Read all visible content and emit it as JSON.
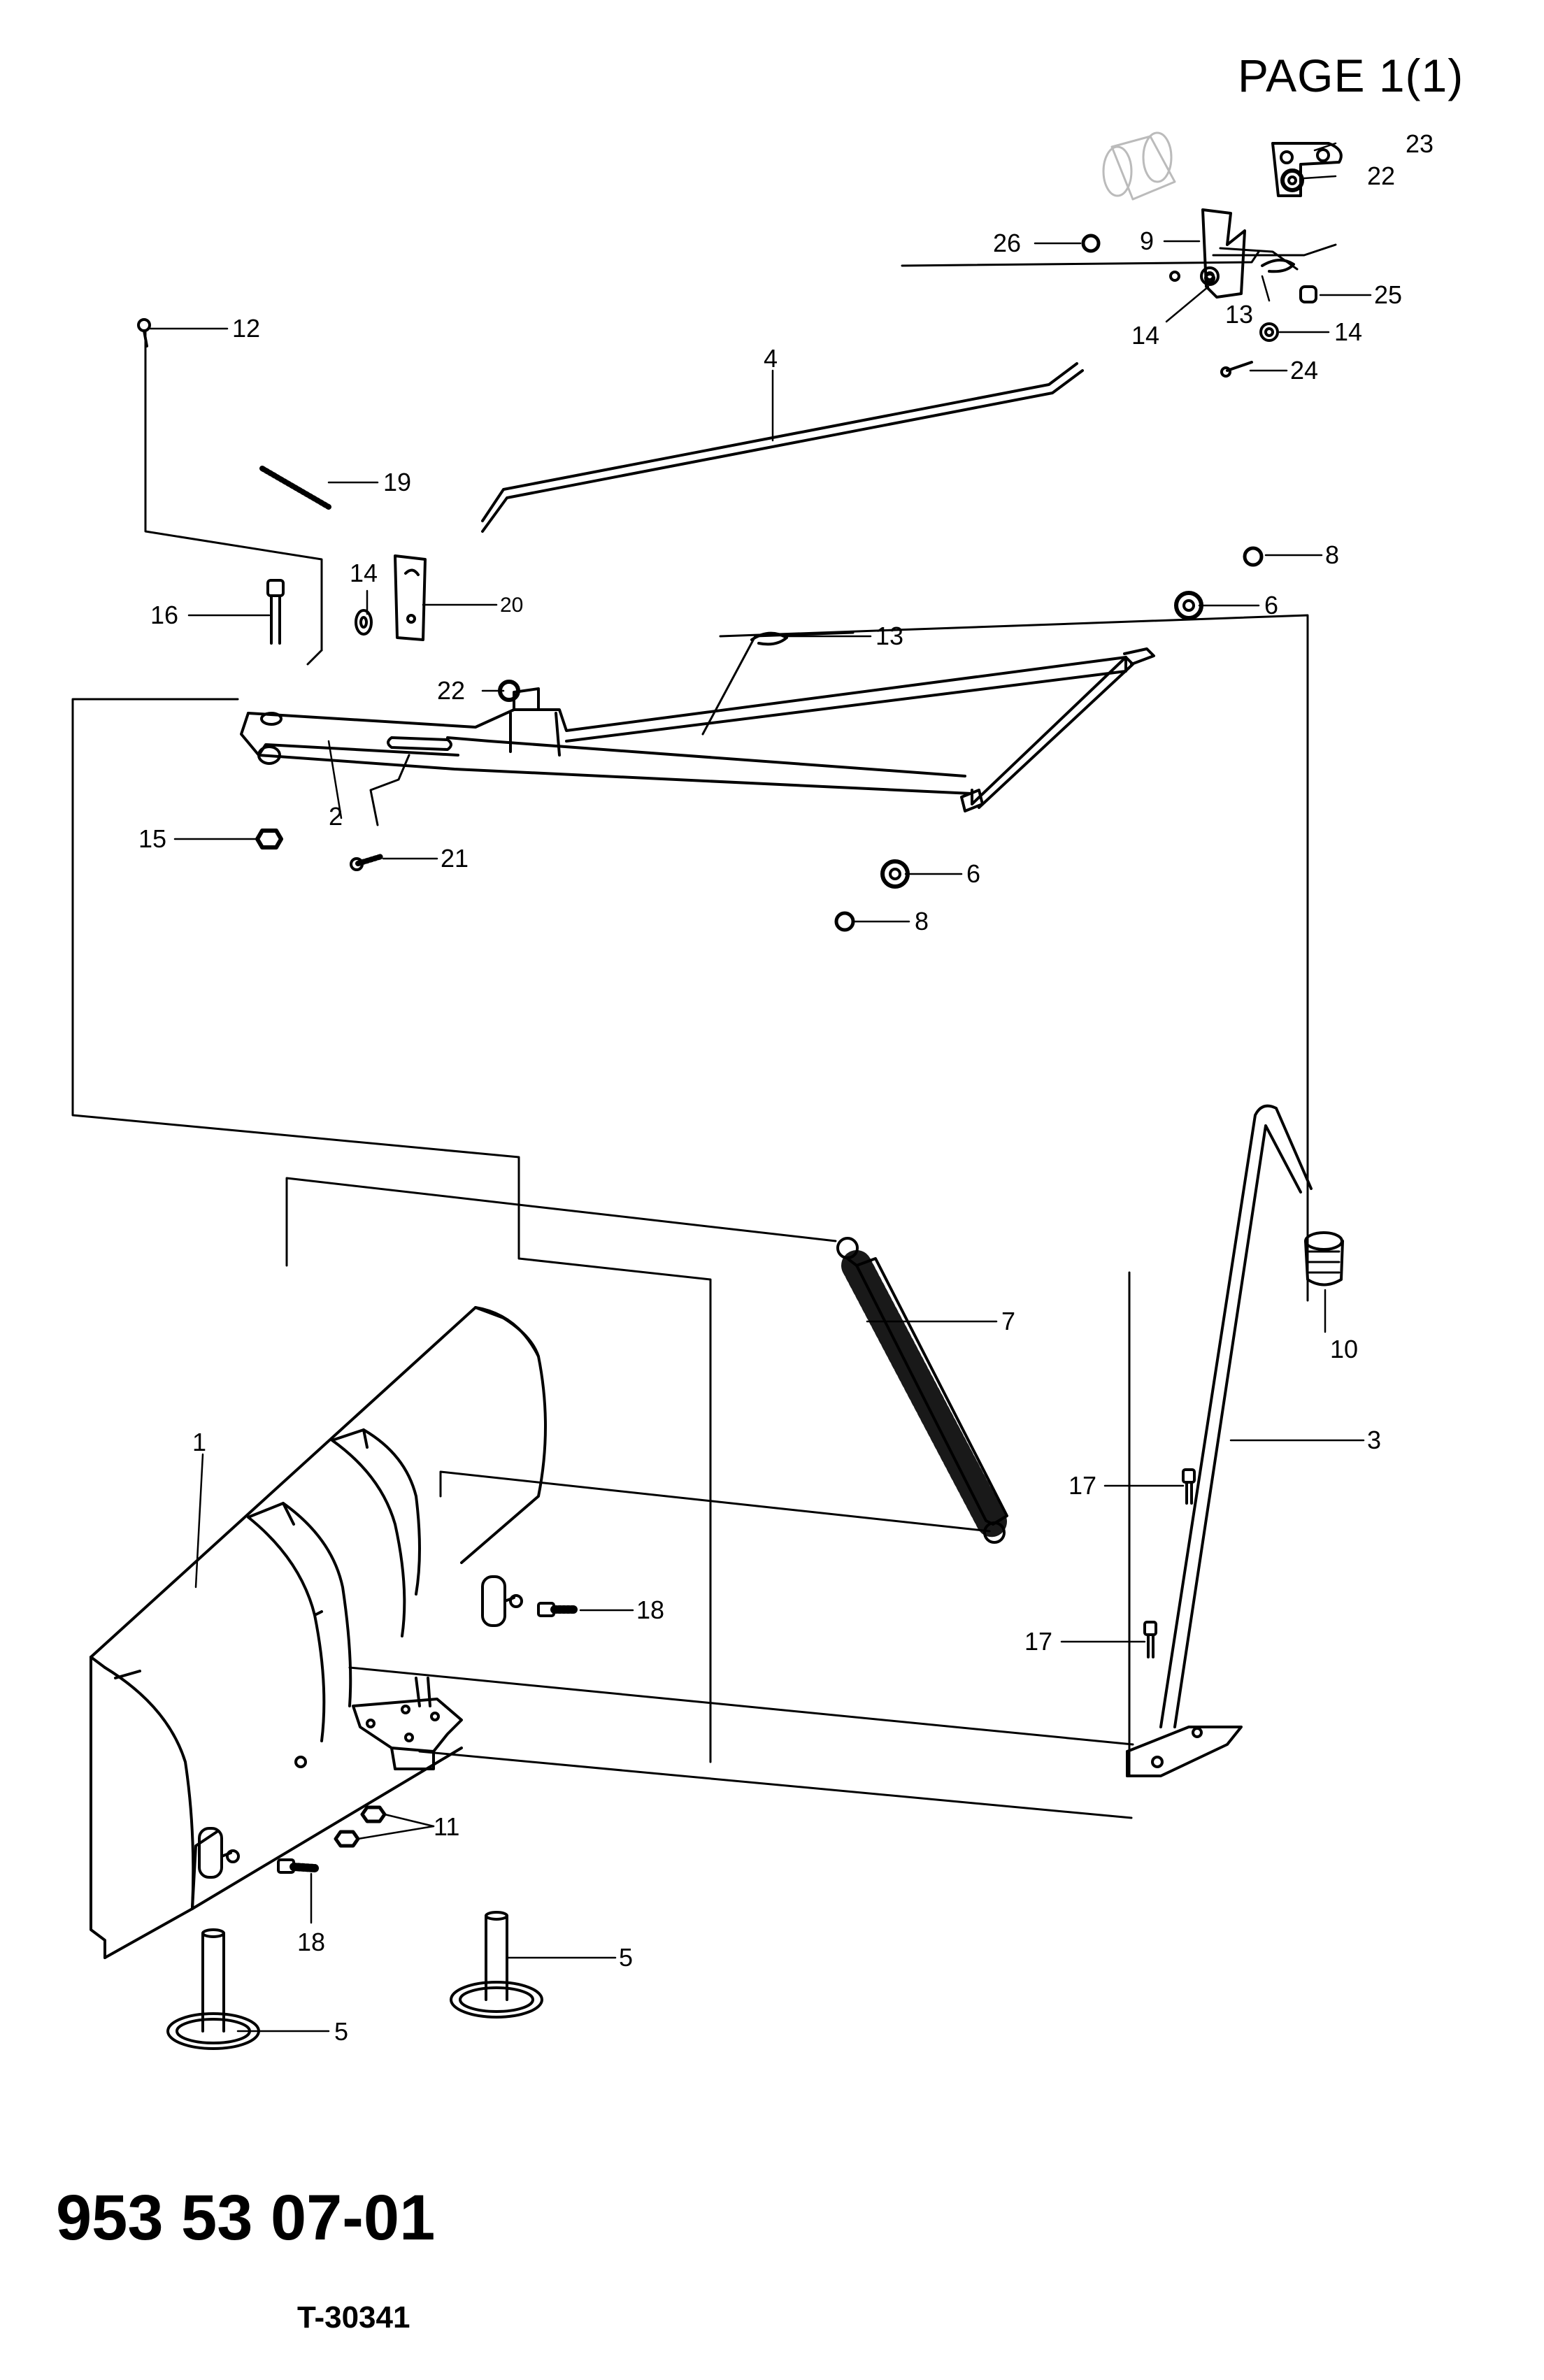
{
  "header": {
    "page_label": "PAGE 1(1)"
  },
  "footer": {
    "part_number": "953 53 07-01",
    "drawing_code": "T-30341"
  },
  "callouts": {
    "c1": "1",
    "c2": "2",
    "c3": "3",
    "c4": "4",
    "c5a": "5",
    "c5b": "5",
    "c6a": "6",
    "c6b": "6",
    "c7": "7",
    "c8a": "8",
    "c8b": "8",
    "c9": "9",
    "c10": "10",
    "c11": "11",
    "c12": "12",
    "c13a": "13",
    "c13b": "13",
    "c14a": "14",
    "c14b": "14",
    "c14c": "14",
    "c15": "15",
    "c16": "16",
    "c17a": "17",
    "c17b": "17",
    "c18a": "18",
    "c18b": "18",
    "c19": "19",
    "c20": "20",
    "c21": "21",
    "c22a": "22",
    "c22b": "22",
    "c23": "23",
    "c24": "24",
    "c25": "25",
    "c26": "26"
  },
  "colors": {
    "line": "#000000",
    "background": "#ffffff",
    "ghost": "#bbbbbb"
  }
}
